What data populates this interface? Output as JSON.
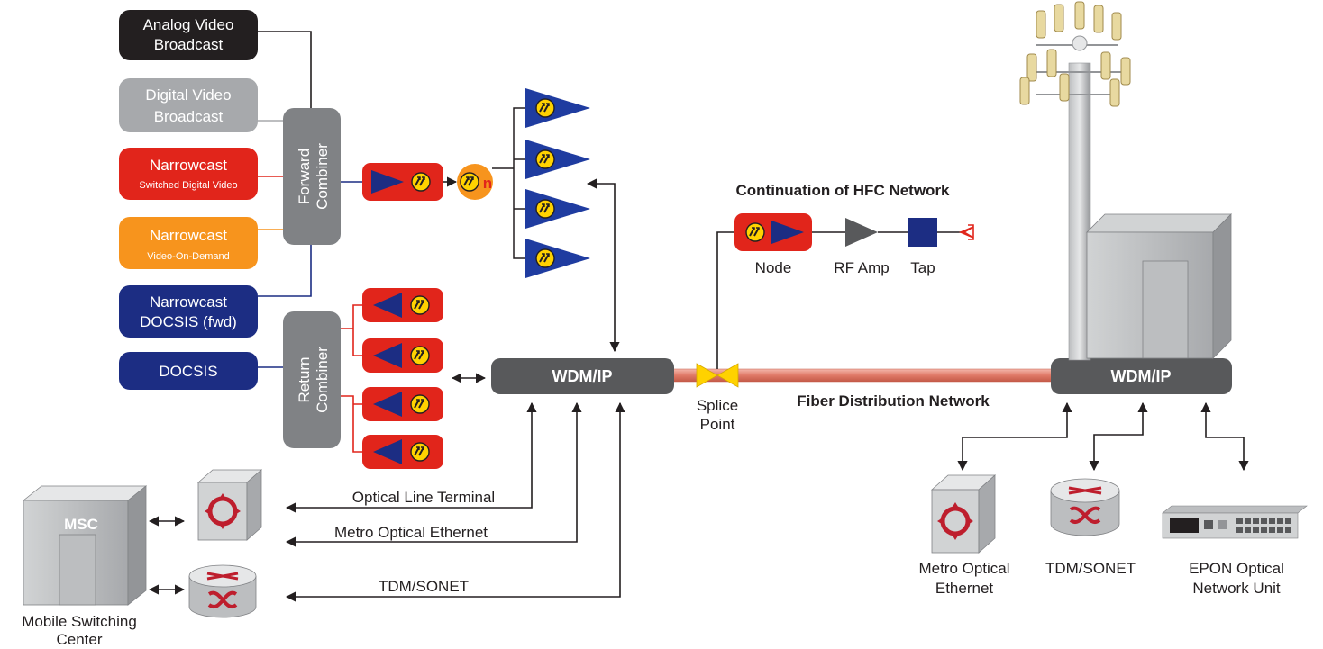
{
  "sources": {
    "analog": {
      "line1": "Analog Video",
      "line2": "Broadcast"
    },
    "digital": {
      "line1": "Digital Video",
      "line2": "Broadcast"
    },
    "narrow_sdv": {
      "line1": "Narrowcast",
      "line2": "Switched Digital Video"
    },
    "narrow_vod": {
      "line1": "Narrowcast",
      "line2": "Video-On-Demand"
    },
    "narrow_docsis": {
      "line1": "Narrowcast",
      "line2": "DOCSIS (fwd)"
    },
    "docsis": {
      "line1": "DOCSIS"
    }
  },
  "combiners": {
    "forward": {
      "line1": "Forward",
      "line2": "Combiner"
    },
    "return": {
      "line1": "Return",
      "line2": "Combiner"
    }
  },
  "optical": {
    "splitter_mark": "n"
  },
  "hfc": {
    "title": "Continuation of HFC Network",
    "node": "Node",
    "rf_amp": "RF Amp",
    "tap": "Tap"
  },
  "network": {
    "wdm_left": "WDM/IP",
    "wdm_right": "WDM/IP",
    "splice": {
      "line1": "Splice",
      "line2": "Point"
    },
    "fiber_label": "Fiber Distribution Network"
  },
  "links": {
    "olt": "Optical Line Terminal",
    "metro": "Metro Optical Ethernet",
    "tdm": "TDM/SONET"
  },
  "msc": {
    "label": "MSC",
    "caption_line1": "Mobile Switching",
    "caption_line2": "Center"
  },
  "right_devices": {
    "metro": {
      "line1": "Metro Optical",
      "line2": "Ethernet"
    },
    "tdm": {
      "line1": "TDM/SONET"
    },
    "epon": {
      "line1": "EPON Optical",
      "line2": "Network Unit"
    }
  },
  "colors": {
    "black_box": "#231f20",
    "gray_box": "#a7a9ac",
    "red": "#e1251b",
    "orange": "#f7941d",
    "navy": "#1c2d83",
    "blue": "#1f3ca0",
    "combiner": "#808285",
    "wdm": "#58595b",
    "yellow": "#ffd200",
    "fiber": "#e8897a"
  }
}
